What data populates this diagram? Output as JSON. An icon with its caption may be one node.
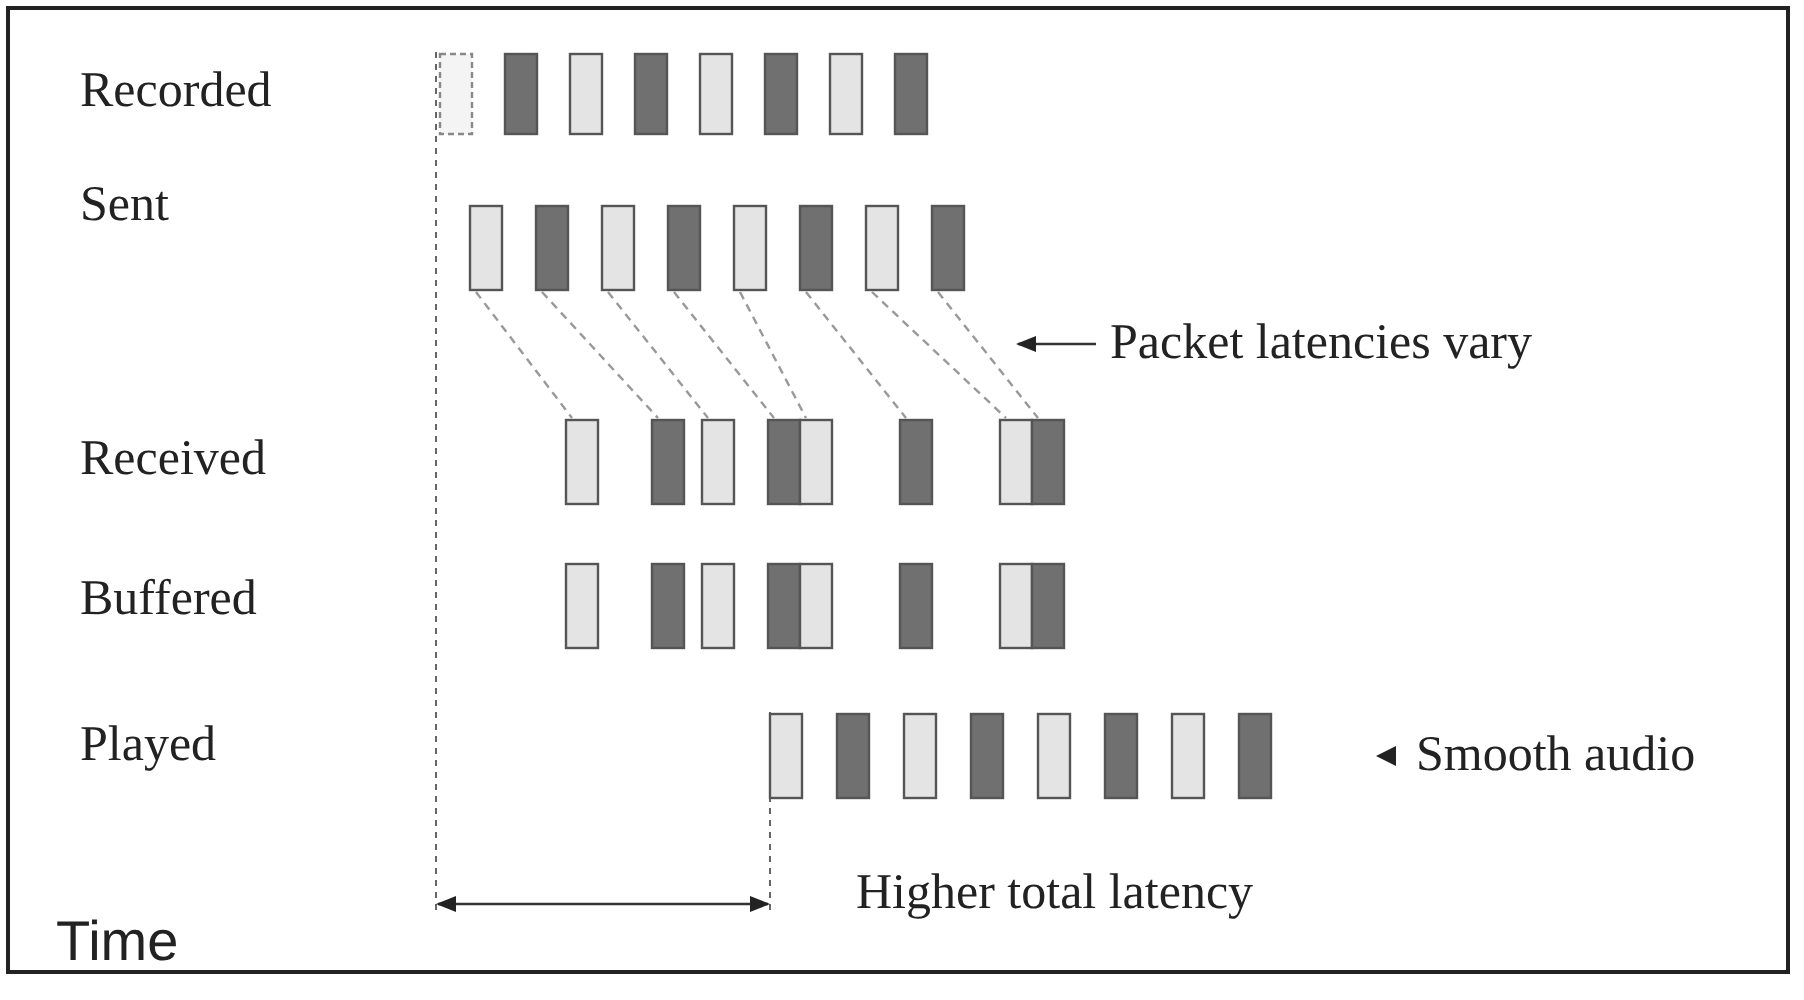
{
  "diagram": {
    "labels": [
      "Recorded",
      "Sent",
      "Packet latencies vary",
      "Received",
      "Buffered",
      "Played",
      "Smooth audio",
      "Higher total latency",
      "Time"
    ]
  }
}
